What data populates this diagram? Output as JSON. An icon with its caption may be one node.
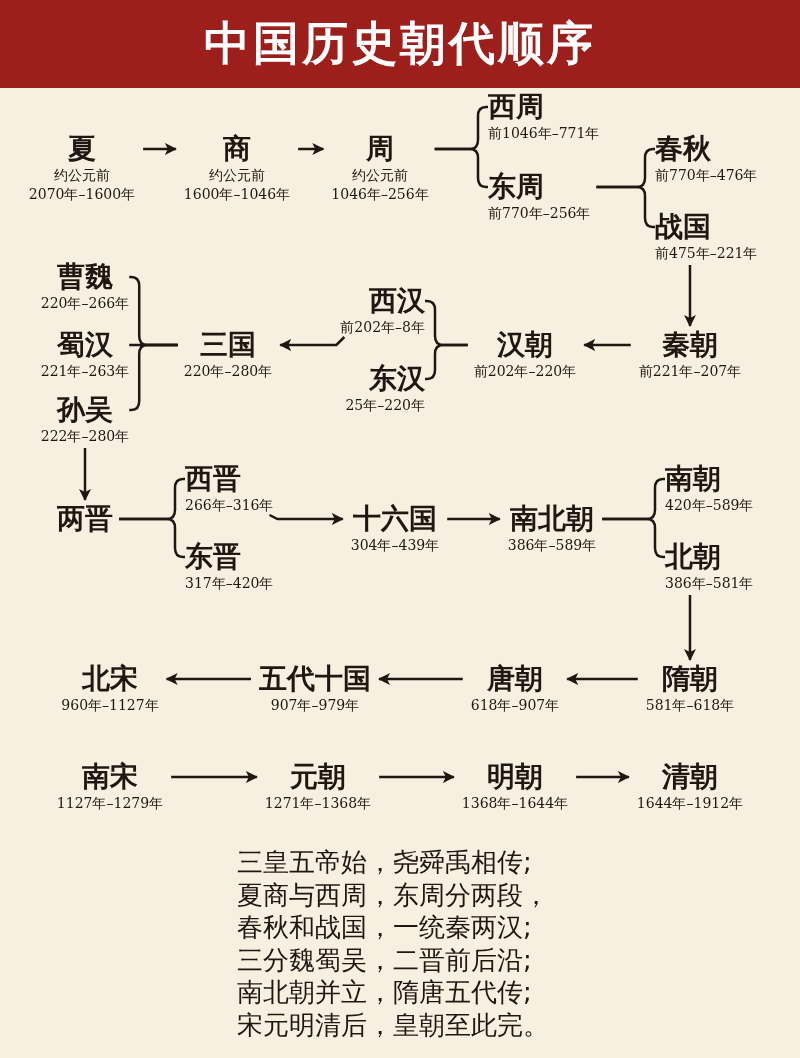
{
  "diagram": {
    "title": "中国历史朝代顺序",
    "nodes": [
      {
        "text": [
          "夏",
          "约公元前",
          "2070年–1600年"
        ]
      },
      {
        "text": [
          "商",
          "约公元前",
          "1600年–1046年"
        ]
      },
      {
        "text": [
          "周",
          "约公元前",
          "1046年–256年"
        ]
      },
      {
        "text": [
          "西周",
          "前1046年–771年"
        ]
      },
      {
        "text": [
          "东周",
          "前770年–256年"
        ]
      },
      {
        "text": [
          "春秋",
          "前770年–476年"
        ]
      },
      {
        "text": [
          "战国",
          "前475年–221年"
        ]
      },
      {
        "text": [
          "曹魏",
          "220年–266年"
        ]
      },
      {
        "text": [
          "蜀汉",
          "221年–263年"
        ]
      },
      {
        "text": [
          "孙吴",
          "222年–280年"
        ]
      },
      {
        "text": [
          "三国",
          "220年–280年"
        ]
      },
      {
        "text": [
          "西汉",
          "前202年–8年"
        ]
      },
      {
        "text": [
          "东汉",
          "25年–220年"
        ]
      },
      {
        "text": [
          "汉朝",
          "前202年–220年"
        ]
      },
      {
        "text": [
          "秦朝",
          "前221年–207年"
        ]
      },
      {
        "text": [
          "两晋"
        ]
      },
      {
        "text": [
          "西晋",
          "266年–316年"
        ]
      },
      {
        "text": [
          "东晋",
          "317年–420年"
        ]
      },
      {
        "text": [
          "十六国",
          "304年–439年"
        ]
      },
      {
        "text": [
          "南北朝",
          "386年–589年"
        ]
      },
      {
        "text": [
          "南朝",
          "420年–589年"
        ]
      },
      {
        "text": [
          "北朝",
          "386年–581年"
        ]
      },
      {
        "text": [
          "北宋",
          "960年–1127年"
        ]
      },
      {
        "text": [
          "五代十国",
          "907年–979年"
        ]
      },
      {
        "text": [
          "唐朝",
          "618年–907年"
        ]
      },
      {
        "text": [
          "隋朝",
          "581年–618年"
        ]
      },
      {
        "text": [
          "南宋",
          "1127年–1279年"
        ]
      },
      {
        "text": [
          "元朝",
          "1271年–1368年"
        ]
      },
      {
        "text": [
          "明朝",
          "1368年–1644年"
        ]
      },
      {
        "text": [
          "清朝",
          "1644年–1912年"
        ]
      }
    ],
    "edges": [
      {
        "from": 0,
        "to": 1,
        "arrow": "to"
      },
      {
        "from": 1,
        "to": 2,
        "arrow": "to"
      },
      {
        "from": 2,
        "to": 3,
        "arrow": "none"
      },
      {
        "from": 2,
        "to": 4,
        "arrow": "none"
      },
      {
        "from": 4,
        "to": 5,
        "arrow": "none"
      },
      {
        "from": 4,
        "to": 6,
        "arrow": "none"
      },
      {
        "from": 6,
        "to": 14,
        "arrow": "to"
      },
      {
        "from": 14,
        "to": 13,
        "arrow": "to"
      },
      {
        "from": 13,
        "to": 11,
        "arrow": "none"
      },
      {
        "from": 13,
        "to": 12,
        "arrow": "none"
      },
      {
        "from": 11,
        "to": 10,
        "arrow": "to"
      },
      {
        "from": 10,
        "to": 7,
        "arrow": "none"
      },
      {
        "from": 10,
        "to": 8,
        "arrow": "none"
      },
      {
        "from": 10,
        "to": 9,
        "arrow": "none"
      },
      {
        "from": 9,
        "to": 15,
        "arrow": "to"
      },
      {
        "from": 15,
        "to": 16,
        "arrow": "none"
      },
      {
        "from": 15,
        "to": 17,
        "arrow": "none"
      },
      {
        "from": 16,
        "to": 18,
        "arrow": "to"
      },
      {
        "from": 18,
        "to": 19,
        "arrow": "to"
      },
      {
        "from": 19,
        "to": 20,
        "arrow": "none"
      },
      {
        "from": 19,
        "to": 21,
        "arrow": "none"
      },
      {
        "from": 21,
        "to": 25,
        "arrow": "to"
      },
      {
        "from": 25,
        "to": 24,
        "arrow": "to"
      },
      {
        "from": 24,
        "to": 23,
        "arrow": "to"
      },
      {
        "from": 23,
        "to": 22,
        "arrow": "to"
      },
      {
        "from": 26,
        "to": 27,
        "arrow": "to"
      },
      {
        "from": 27,
        "to": 28,
        "arrow": "to"
      },
      {
        "from": 28,
        "to": 29,
        "arrow": "to"
      }
    ],
    "labels": [
      "三皇五帝始，尧舜禹相传;",
      "夏商与西周，东周分两段，",
      "春秋和战国，一统秦两汉;",
      "三分魏蜀吴，二晋前后沿;",
      "南北朝并立，隋唐五代传;",
      "宋元明清后，皇朝至此完。"
    ]
  }
}
